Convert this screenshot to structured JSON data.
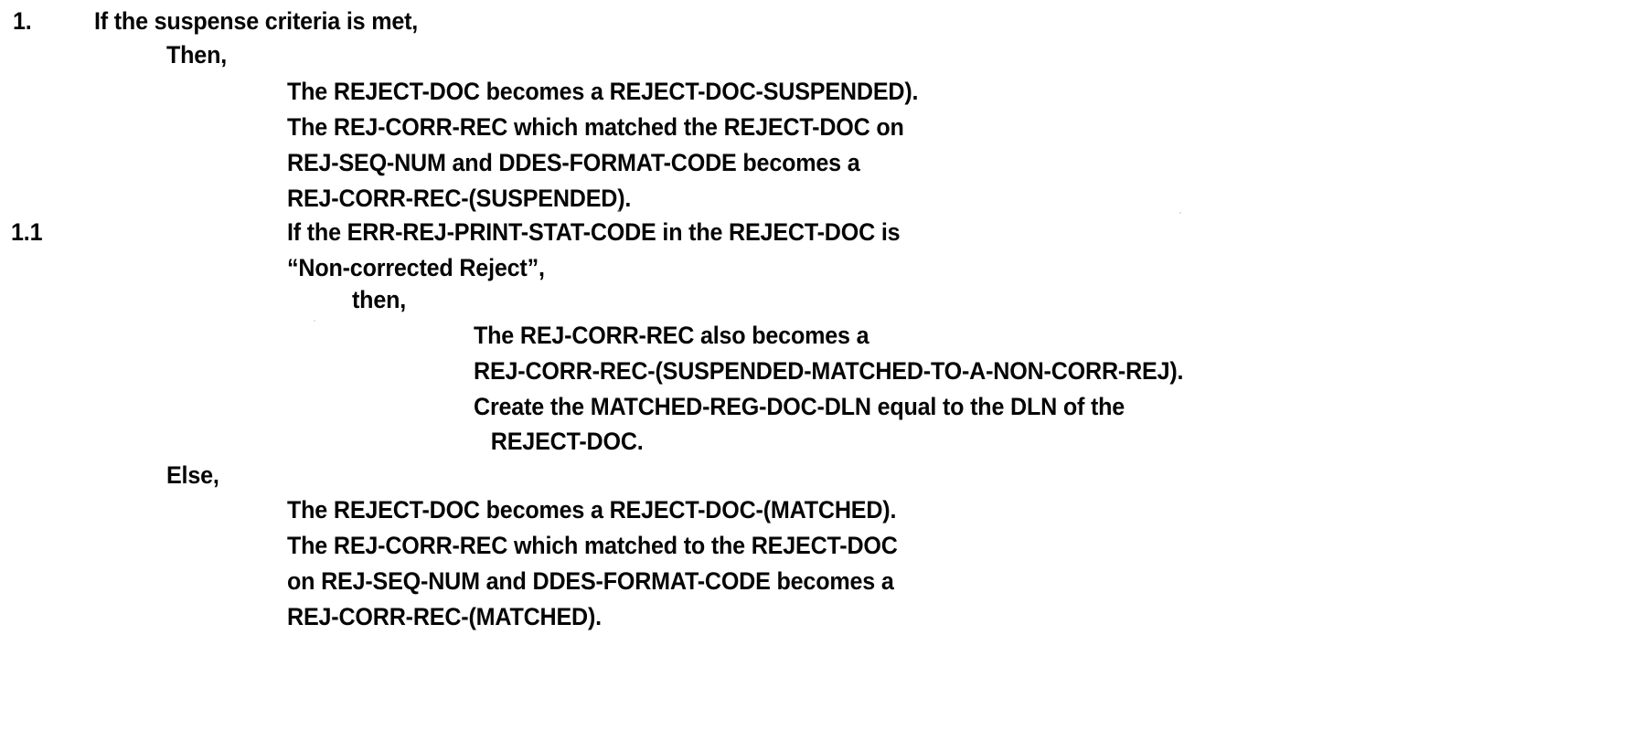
{
  "document": {
    "type": "scanned-business-rule-pseudocode",
    "background_color": "#ffffff",
    "text_color": "#000000",
    "rules": [
      {
        "number": "1.",
        "condition": "If the suspense criteria is met,",
        "then_label": "Then,",
        "else_label": "Else,",
        "then_body": [
          "The REJECT-DOC becomes a REJECT-DOC-SUSPENDED).",
          "The REJ-CORR-REC which matched the REJECT-DOC on",
          "REJ-SEQ-NUM and DDES-FORMAT-CODE becomes a",
          "REJ-CORR-REC-(SUSPENDED)."
        ],
        "subrule": {
          "number": "1.1",
          "condition_line_1": "If the ERR-REJ-PRINT-STAT-CODE in the REJECT-DOC is",
          "condition_line_2": "“Non-corrected Reject”,",
          "then_label": "then,",
          "then_body": [
            "The REJ-CORR-REC also becomes a",
            "REJ-CORR-REC-(SUSPENDED-MATCHED-TO-A-NON-CORR-REJ).",
            "Create the MATCHED-REG-DOC-DLN equal to the DLN of the",
            " REJECT-DOC."
          ]
        },
        "else_body": [
          "The REJECT-DOC becomes a REJECT-DOC-(MATCHED).",
          "The REJ-CORR-REC which matched to the REJECT-DOC",
          "on REJ-SEQ-NUM and DDES-FORMAT-CODE becomes a",
          "REJ-CORR-REC-(MATCHED)."
        ]
      }
    ]
  }
}
